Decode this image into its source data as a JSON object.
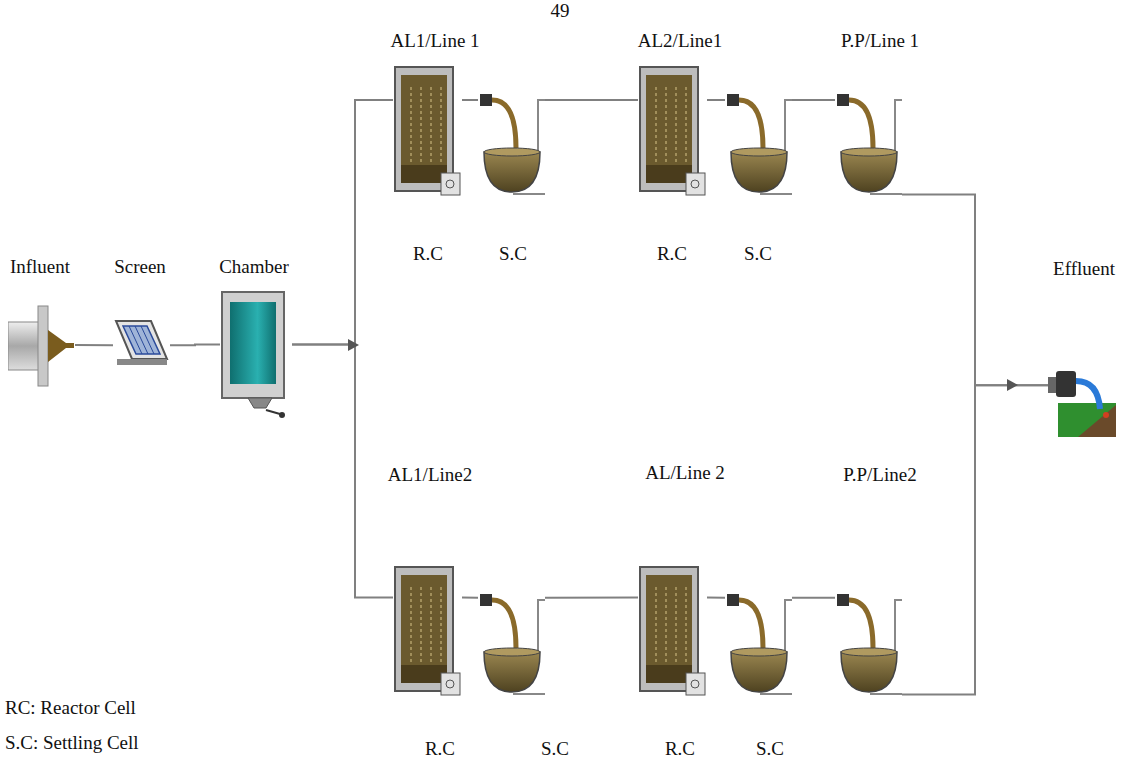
{
  "diagram": {
    "nodes": [
      {
        "text": [
          "Influent"
        ]
      },
      {
        "text": [
          "Screen"
        ]
      },
      {
        "text": [
          "Chamber"
        ]
      },
      {
        "text": [
          "AL1/Line 1",
          "R.C"
        ]
      },
      {
        "text": [
          "S.C"
        ]
      },
      {
        "text": [
          "AL2/Line1",
          "R.C"
        ]
      },
      {
        "text": [
          "S.C"
        ]
      },
      {
        "text": [
          "P.P/Line 1"
        ]
      },
      {
        "text": [
          "AL1/Line2",
          "R.C"
        ]
      },
      {
        "text": [
          "S.C"
        ]
      },
      {
        "text": [
          "AL/Line 2",
          "R.C"
        ]
      },
      {
        "text": [
          "S.C"
        ]
      },
      {
        "text": [
          "P.P/Line2"
        ]
      },
      {
        "text": [
          "Effluent"
        ]
      }
    ],
    "edges": [
      {
        "from": 0,
        "to": 1,
        "arrow": "none"
      },
      {
        "from": 1,
        "to": 2,
        "arrow": "none"
      },
      {
        "from": 2,
        "to": 3,
        "arrow": "none"
      },
      {
        "from": 2,
        "to": 8,
        "arrow": "none"
      },
      {
        "from": 3,
        "to": 4,
        "arrow": "none"
      },
      {
        "from": 4,
        "to": 5,
        "arrow": "none"
      },
      {
        "from": 5,
        "to": 6,
        "arrow": "none"
      },
      {
        "from": 6,
        "to": 7,
        "arrow": "none"
      },
      {
        "from": 7,
        "to": 13,
        "arrow": "none"
      },
      {
        "from": 8,
        "to": 9,
        "arrow": "none"
      },
      {
        "from": 9,
        "to": 10,
        "arrow": "none"
      },
      {
        "from": 10,
        "to": 11,
        "arrow": "none"
      },
      {
        "from": 11,
        "to": 12,
        "arrow": "none"
      },
      {
        "from": 12,
        "to": 13,
        "arrow": "none"
      }
    ],
    "labels": [
      "49",
      "RC: Reactor Cell",
      "S.C: Settling Cell"
    ]
  }
}
